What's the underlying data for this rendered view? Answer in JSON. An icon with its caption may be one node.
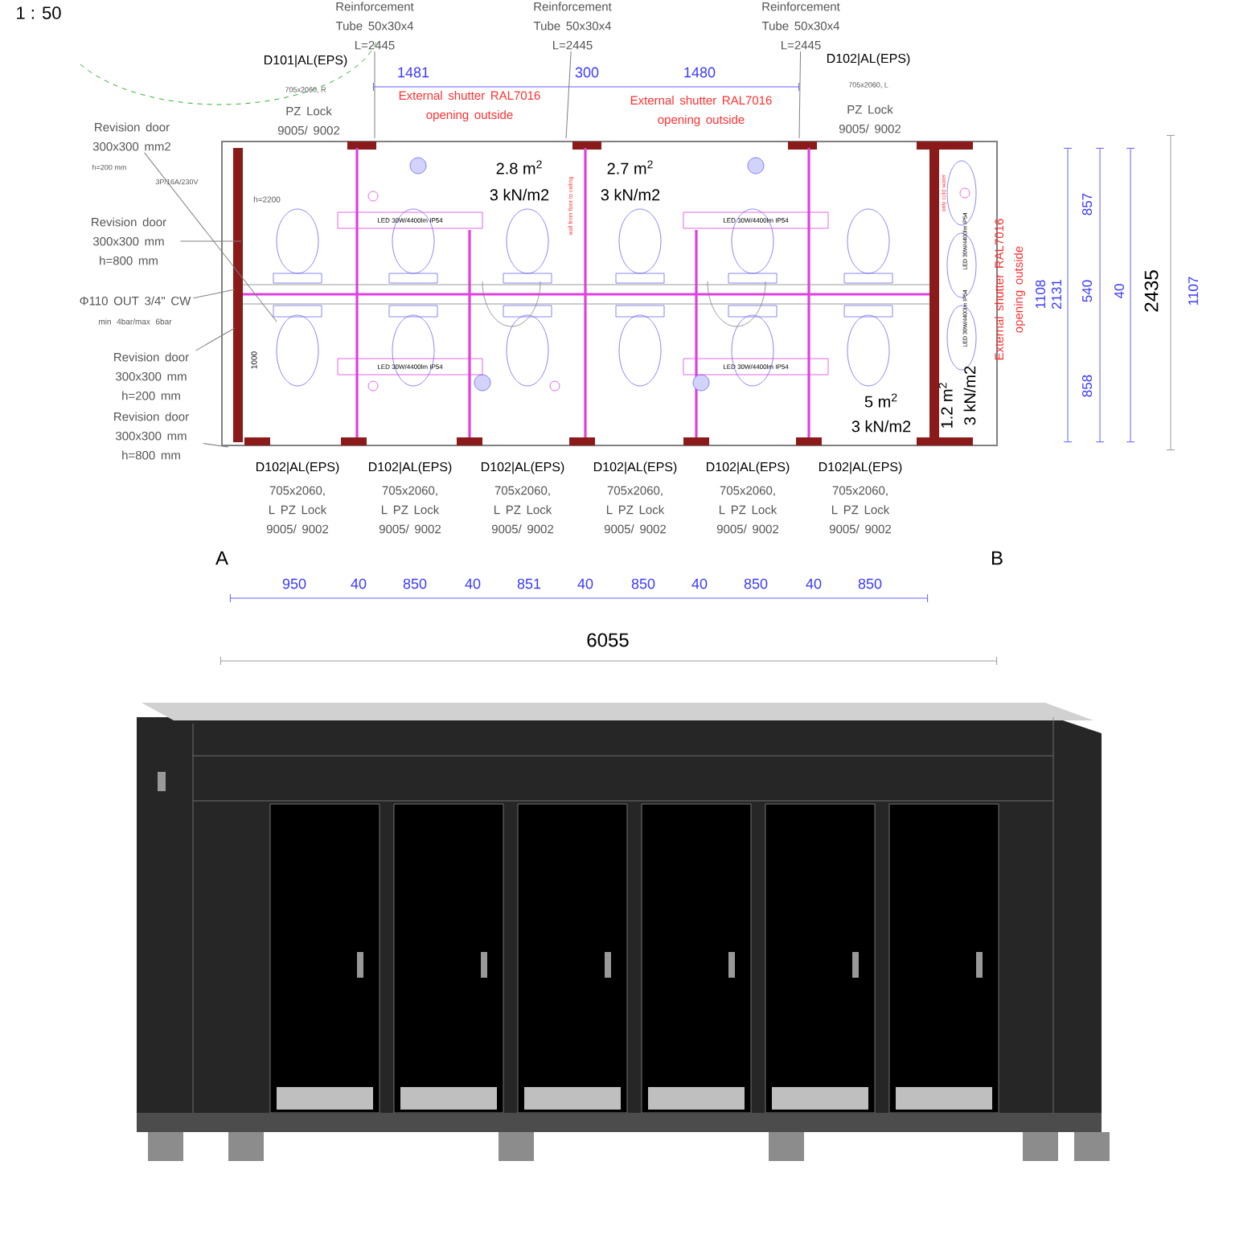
{
  "diagram": {
    "nodes": [
      {
        "text": [
          "Reinforcement Tube 50x30x4 L=2445"
        ]
      },
      {
        "text": [
          "Reinforcement Tube 50x30x4 L=2445"
        ]
      },
      {
        "text": [
          "Reinforcement Tube 50x30x4 L=2445"
        ]
      },
      {
        "text": [
          "Revision door 300x300 mm2"
        ]
      },
      {
        "text": [
          "Revision door 300x300 mm h=800 mm"
        ]
      },
      {
        "text": [
          "Φ110 OUT 3/4\" CW",
          "min 4bar/max 6bar"
        ]
      },
      {
        "text": [
          "Revision door 300x300 mm h=200 mm"
        ]
      },
      {
        "text": [
          "Revision door 300x300 mm h=800 mm"
        ]
      }
    ],
    "edges": [
      {
        "from": 0,
        "to": null,
        "arrow": "none"
      },
      {
        "from": 1,
        "to": null,
        "arrow": "none"
      },
      {
        "from": 2,
        "to": null,
        "arrow": "none"
      },
      {
        "from": 3,
        "to": null,
        "arrow": "none"
      },
      {
        "from": 4,
        "to": null,
        "arrow": "none"
      },
      {
        "from": 5,
        "to": null,
        "arrow": "none"
      },
      {
        "from": 6,
        "to": null,
        "arrow": "none"
      },
      {
        "from": 7,
        "to": null,
        "arrow": "none"
      }
    ],
    "labels": [
      "1 : 50",
      "D101|AL(EPS)",
      "705x2060, R",
      "PZ Lock 9005/ 9002",
      "1481",
      "300",
      "1480",
      "External shutter RAL7016 opening outside",
      "External shutter RAL7016 opening outside",
      "D102|AL(EPS)",
      "705x2060, L",
      "PZ Lock 9005/ 9002",
      "h=200 mm",
      "3P/16A/230V",
      "h=2200",
      "2.8 m$^{2}$",
      "3 kN/m2",
      "2.7 m$^{2}$",
      "3 kN/m2",
      "wall from floor to ceiling",
      "LED 30W/4400lm IP54",
      "LED 30W/4400lm IP54",
      "LED 30W/4400lm IP54",
      "LED 30W/4400lm IP54",
      "only cold water",
      "LED 30W/4400lm IP54",
      "LED 30W/4400lm IP54",
      "External shutter RAL7016 opening outside",
      "1.2 m$^{2}$",
      "3 kN/m2",
      "5 m$^{2}$",
      "3 kN/m2",
      "857",
      "540",
      "858",
      "1108",
      "2131",
      "40",
      "2435",
      "1107",
      "1000",
      "D102|AL(EPS)",
      "705x2060, L PZ Lock 9005/ 9002",
      "D102|AL(EPS)",
      "705x2060, L PZ Lock 9005/ 9002",
      "D102|AL(EPS)",
      "705x2060, L PZ Lock 9005/ 9002",
      "D102|AL(EPS)",
      "705x2060, L PZ Lock 9005/ 9002",
      "D102|AL(EPS)",
      "705x2060, L PZ Lock 9005/ 9002",
      "D102|AL(EPS)",
      "705x2060, L PZ Lock 9005/ 9002",
      "A",
      "B",
      "950",
      "40",
      "850",
      "40",
      "851",
      "40",
      "850",
      "40",
      "850",
      "40",
      "850",
      "6055"
    ]
  }
}
